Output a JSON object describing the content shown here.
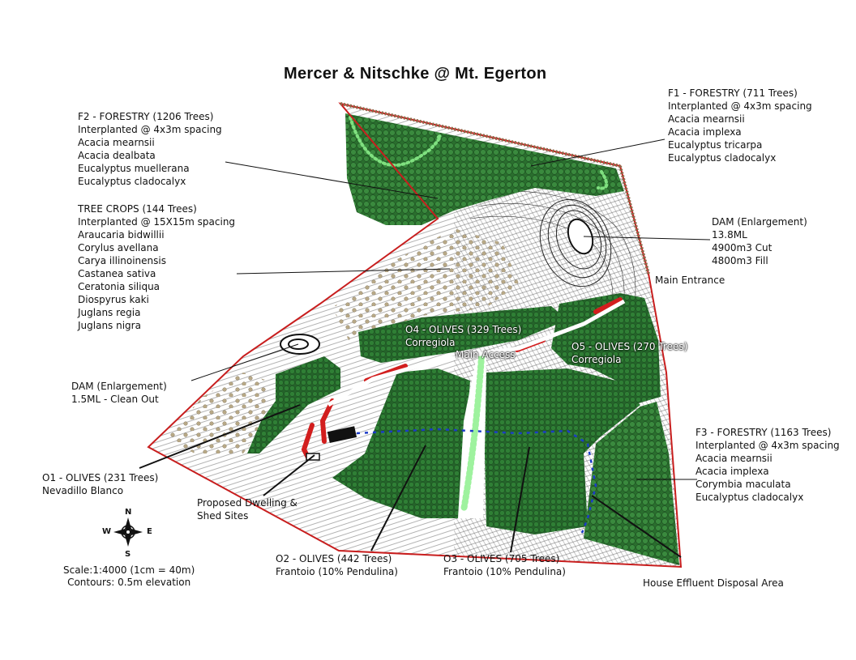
{
  "title": "Mercer & Nitschke @ Mt. Egerton",
  "colors": {
    "boundary": "#c81e1e",
    "forest": "#2f7a33",
    "olive": "#2e7a32",
    "tree_crop": "#b8a987",
    "road": "#d21e1e",
    "track_dot": "#7fe07f",
    "effluent": "#1c3cc8",
    "contour": "#222222"
  },
  "labels": {
    "f2": [
      "F2 - FORESTRY (1206 Trees)",
      "Interplanted @ 4x3m spacing",
      "Acacia mearnsii",
      "Acacia dealbata",
      "Eucalyptus muellerana",
      "Eucalyptus cladocalyx"
    ],
    "tree_crops": [
      "TREE CROPS (144 Trees)",
      "Interplanted @ 15X15m spacing",
      "Araucaria bidwillii",
      "Corylus avellana",
      "Carya illinoinensis",
      "Castanea sativa",
      "Ceratonia siliqua",
      "Diospyrus kaki",
      "Juglans regia",
      "Juglans nigra"
    ],
    "f1": [
      "F1 - FORESTRY (711 Trees)",
      "Interplanted @ 4x3m spacing",
      "Acacia mearnsii",
      "Acacia implexa",
      "Eucalyptus tricarpa",
      "Eucalyptus cladocalyx"
    ],
    "dam_big": [
      "DAM (Enlargement)",
      "13.8ML",
      "4900m3 Cut",
      "4800m3 Fill"
    ],
    "main_entrance": "Main Entrance",
    "o4": [
      "O4 - OLIVES (329 Trees)",
      "Corregiola"
    ],
    "main_access": "Main Access",
    "o5": [
      "O5 - OLIVES (270 Trees)",
      "Corregiola"
    ],
    "dam_small": [
      "DAM (Enlargement)",
      "1.5ML - Clean Out"
    ],
    "f3": [
      "F3 - FORESTRY (1163 Trees)",
      "Interplanted @ 4x3m spacing",
      "Acacia mearnsii",
      "Acacia implexa",
      "Corymbia maculata",
      "Eucalyptus cladocalyx"
    ],
    "o1": [
      "O1 - OLIVES (231 Trees)",
      "Nevadillo Blanco"
    ],
    "dwelling": [
      "Proposed Dwelling &",
      "Shed Sites"
    ],
    "o2": [
      "O2 - OLIVES (442 Trees)",
      "Frantoio (10% Pendulina)"
    ],
    "o3": [
      "O3 - OLIVES (705 Trees)",
      "Frantoio (10% Pendulina)"
    ],
    "effluent": "House Effluent Disposal Area"
  },
  "compass": {
    "n": "N",
    "s": "S",
    "e": "E",
    "w": "W"
  },
  "scale": [
    "Scale:1:4000 (1cm = 40m)",
    "Contours: 0.5m elevation"
  ]
}
